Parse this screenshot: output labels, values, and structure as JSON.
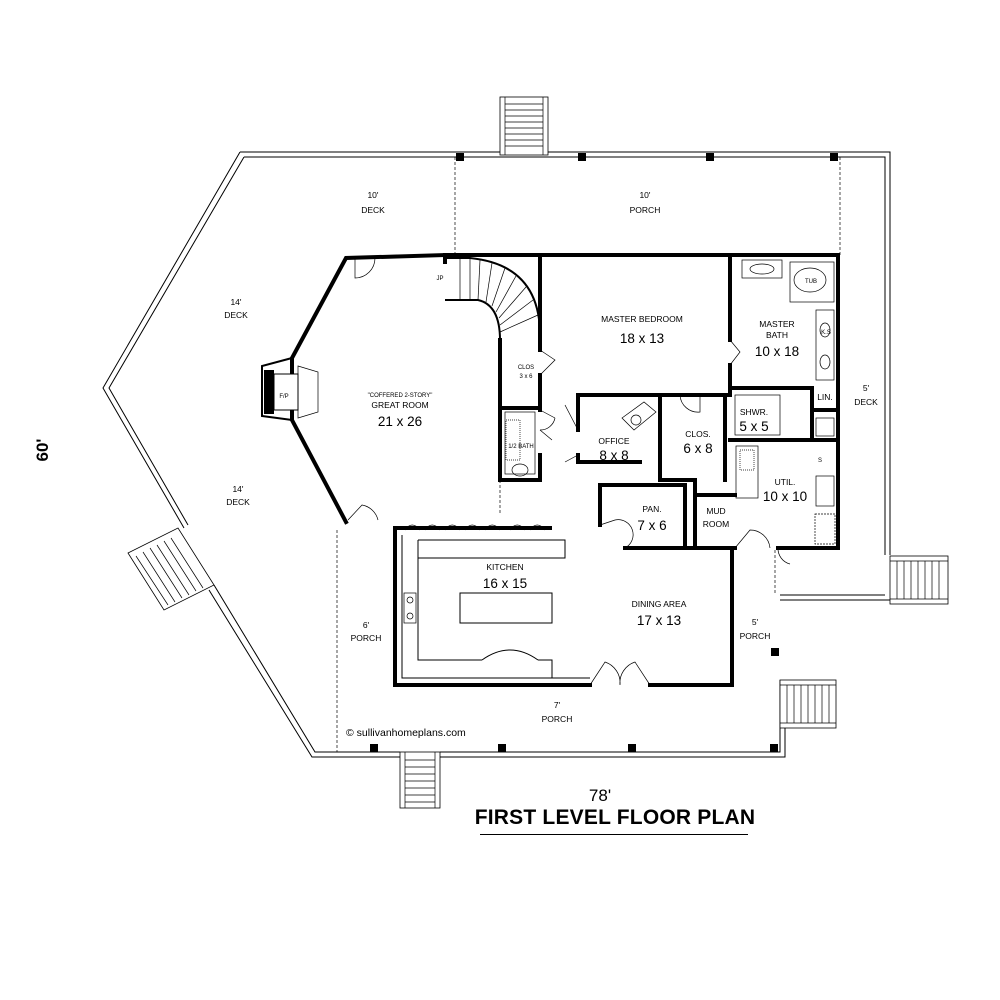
{
  "plan": {
    "title": "FIRST LEVEL FLOOR PLAN",
    "width_dim": "78'",
    "depth_dim": "60'",
    "credit": "© sullivanhomeplans.com"
  },
  "rooms": {
    "deck_top": {
      "name": "DECK",
      "dim": "10'"
    },
    "porch_top": {
      "name": "PORCH",
      "dim": "10'"
    },
    "deck_left_upper": {
      "name": "DECK",
      "dim": "14'"
    },
    "deck_left_lower": {
      "name": "DECK",
      "dim": "14'"
    },
    "deck_right": {
      "name": "DECK",
      "dim": "5'"
    },
    "great_room": {
      "note": "\"COFFERED 2-STORY\"",
      "name": "GREAT ROOM",
      "size": "21 x 26"
    },
    "fireplace": {
      "name": "F/P"
    },
    "jp": {
      "name": "JP"
    },
    "clos_small": {
      "name": "CLOS",
      "size": "3 x 6"
    },
    "half_bath": {
      "name": "1/2 BATH"
    },
    "master_bedroom": {
      "name": "MASTER BEDROOM",
      "size": "18 x 13"
    },
    "master_bath": {
      "name": "MASTER BATH",
      "line1": "MASTER",
      "line2": "BATH",
      "size": "10 x 18"
    },
    "tub": {
      "name": "TUB"
    },
    "ks": {
      "name": "K.S"
    },
    "lin": {
      "name": "LIN."
    },
    "shower": {
      "name": "SHWR.",
      "size": "5 x 5"
    },
    "office": {
      "name": "OFFICE",
      "size": "8 x 8"
    },
    "closet": {
      "name": "CLOS.",
      "size": "6 x 8"
    },
    "util": {
      "name": "UTIL.",
      "size": "10 x 10"
    },
    "shelf": {
      "name": "S"
    },
    "pantry": {
      "name": "PAN.",
      "size": "7 x 6"
    },
    "mud_room": {
      "line1": "MUD",
      "line2": "ROOM"
    },
    "kitchen": {
      "name": "KITCHEN",
      "size": "16 x 15"
    },
    "dining": {
      "name": "DINING AREA",
      "size": "17 x 13"
    },
    "porch_left": {
      "name": "PORCH",
      "dim": "6'"
    },
    "porch_right": {
      "name": "PORCH",
      "dim": "5'"
    },
    "porch_bottom": {
      "name": "PORCH",
      "dim": "7'"
    }
  }
}
